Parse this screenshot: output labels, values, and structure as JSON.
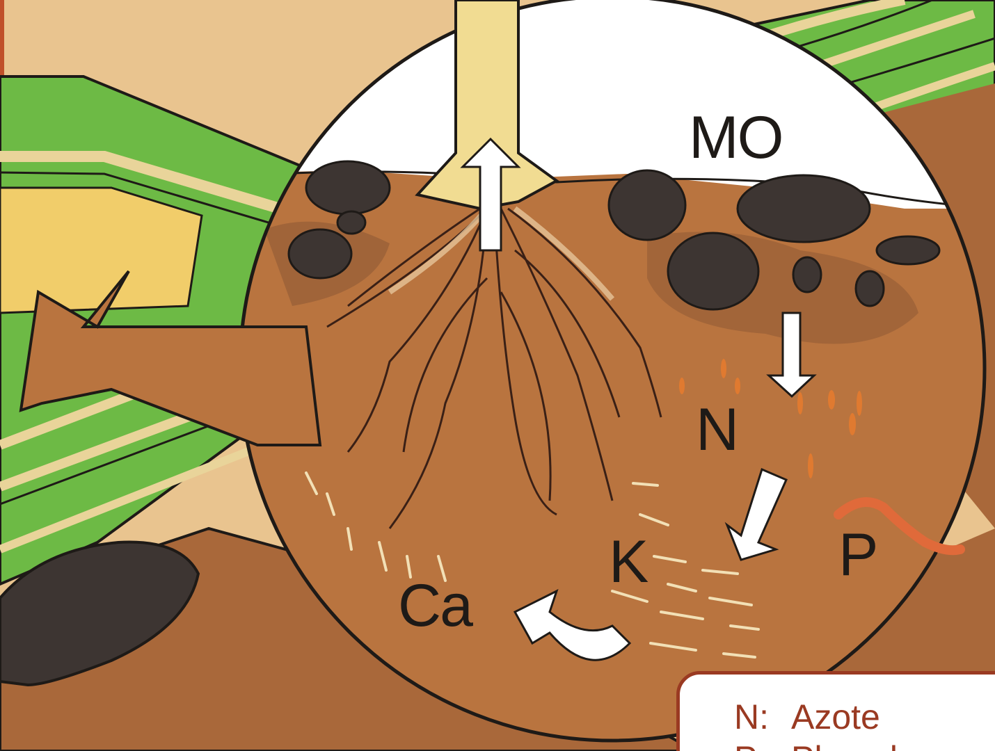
{
  "labels": {
    "organic_matter": "MO",
    "nitrogen": "N",
    "potassium": "K",
    "phosphorus": "P",
    "calcium": "Ca"
  },
  "legend": [
    {
      "symbol": "N:",
      "name": "Azote"
    },
    {
      "symbol": "P:",
      "name": "Phosphore"
    }
  ],
  "colors": {
    "soil": "#b9743f",
    "soil_dark": "#8f5a35",
    "field_green": "#6dba45",
    "stripe_light": "#e9d49a",
    "organic_matter": "#3d3532",
    "background": "#e9c48f",
    "legend_border": "#9a3a22",
    "arrow": "#ffffff"
  }
}
